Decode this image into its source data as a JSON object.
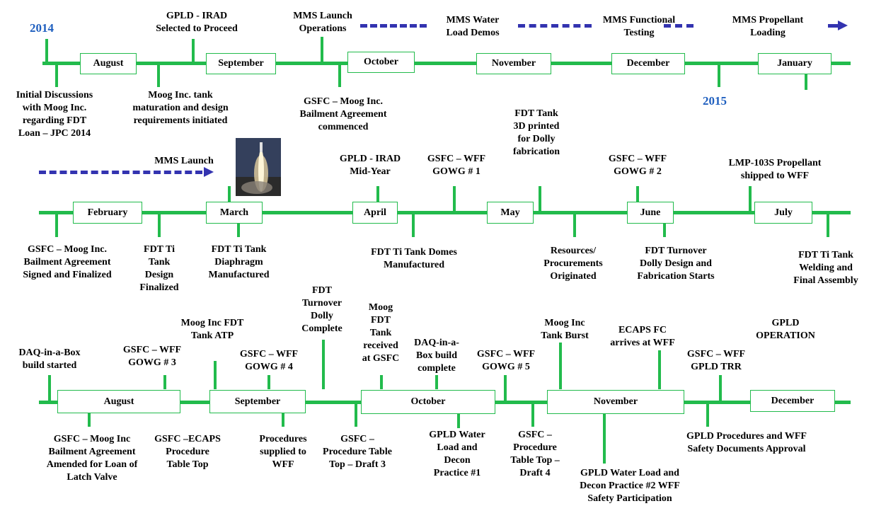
{
  "years": {
    "y2014": "2014",
    "y2015": "2015"
  },
  "row1": {
    "months": [
      "August",
      "September",
      "October",
      "November",
      "December",
      "January"
    ],
    "events": [
      {
        "id": "initial-discussions",
        "text": "Initial Discussions\nwith Moog Inc.\nregarding FDT\nLoan – JPC 2014"
      },
      {
        "id": "gpld-irad-selected",
        "text": "GPLD - IRAD\nSelected to Proceed"
      },
      {
        "id": "moog-tank-maturation",
        "text": "Moog Inc. tank\nmaturation and design\nrequirements initiated"
      },
      {
        "id": "mms-launch-operations",
        "text": "MMS Launch\nOperations"
      },
      {
        "id": "gsfc-moog-bailment-commenced",
        "text": "GSFC – Moog Inc.\nBailment Agreement\ncommenced"
      },
      {
        "id": "mms-water-load-demos",
        "text": "MMS Water\nLoad Demos"
      },
      {
        "id": "mms-functional-testing",
        "text": "MMS Functional\nTesting"
      },
      {
        "id": "mms-propellant-loading",
        "text": "MMS Propellant\nLoading"
      }
    ]
  },
  "row2": {
    "months": [
      "February",
      "March",
      "April",
      "May",
      "June",
      "July"
    ],
    "events": [
      {
        "id": "mms-launch",
        "text": "MMS Launch"
      },
      {
        "id": "gsfc-moog-bailment-signed",
        "text": "GSFC – Moog Inc.\nBailment Agreement\nSigned and Finalized"
      },
      {
        "id": "fdt-ti-tank-design",
        "text": "FDT Ti\nTank\nDesign\nFinalized"
      },
      {
        "id": "fdt-ti-tank-diaphragm",
        "text": "FDT Ti Tank\nDiaphragm\nManufactured"
      },
      {
        "id": "gpld-irad-midyear",
        "text": "GPLD - IRAD\nMid-Year"
      },
      {
        "id": "fdt-ti-tank-domes",
        "text": "FDT Ti Tank Domes\nManufactured"
      },
      {
        "id": "gsfc-wff-gowg-1",
        "text": "GSFC – WFF\nGOWG # 1"
      },
      {
        "id": "fdt-tank-3d-printed",
        "text": "FDT Tank\n3D printed\nfor Dolly\nfabrication"
      },
      {
        "id": "resources-procurements",
        "text": "Resources/\nProcurements\nOriginated"
      },
      {
        "id": "gsfc-wff-gowg-2",
        "text": "GSFC – WFF\nGOWG # 2"
      },
      {
        "id": "fdt-turnover-dolly-design",
        "text": "FDT Turnover\nDolly Design and\nFabrication Starts"
      },
      {
        "id": "lmp-103s-shipped",
        "text": "LMP-103S Propellant\nshipped to WFF"
      },
      {
        "id": "fdt-ti-tank-welding",
        "text": "FDT Ti Tank\nWelding and\nFinal Assembly"
      }
    ]
  },
  "row3": {
    "months": [
      "August",
      "September",
      "October",
      "November",
      "December"
    ],
    "events": [
      {
        "id": "daq-in-a-box-started",
        "text": "DAQ-in-a-Box\nbuild started"
      },
      {
        "id": "gsfc-moog-bailment-amended",
        "text": "GSFC – Moog Inc\nBailment Agreement\nAmended for Loan of\nLatch Valve"
      },
      {
        "id": "gsfc-wff-gowg-3",
        "text": "GSFC – WFF\nGOWG # 3"
      },
      {
        "id": "gsfc-ecaps-table-top",
        "text": "GSFC –ECAPS\nProcedure\nTable Top"
      },
      {
        "id": "moog-fdt-tank-atp",
        "text": "Moog Inc FDT\nTank ATP"
      },
      {
        "id": "gsfc-wff-gowg-4",
        "text": "GSFC – WFF\nGOWG # 4"
      },
      {
        "id": "procedures-supplied",
        "text": "Procedures\nsupplied to\nWFF"
      },
      {
        "id": "fdt-turnover-dolly-complete",
        "text": "FDT\nTurnover\nDolly\nComplete"
      },
      {
        "id": "gsfc-procedure-draft-3",
        "text": "GSFC –\nProcedure Table\nTop – Draft 3"
      },
      {
        "id": "moog-fdt-tank-received",
        "text": "Moog\nFDT\nTank\nreceived\nat GSFC"
      },
      {
        "id": "daq-in-a-box-complete",
        "text": "DAQ-in-a-\nBox build\ncomplete"
      },
      {
        "id": "gpld-water-load-1",
        "text": "GPLD Water\nLoad and\nDecon\nPractice #1"
      },
      {
        "id": "gsfc-wff-gowg-5",
        "text": "GSFC – WFF\nGOWG # 5"
      },
      {
        "id": "gsfc-procedure-draft-4",
        "text": "GSFC –\nProcedure\nTable Top –\nDraft 4"
      },
      {
        "id": "moog-tank-burst",
        "text": "Moog Inc\nTank Burst"
      },
      {
        "id": "gpld-water-load-2",
        "text": "GPLD Water Load and\nDecon Practice #2 WFF\nSafety Participation"
      },
      {
        "id": "ecaps-fc-arrives",
        "text": "ECAPS FC\narrives at WFF"
      },
      {
        "id": "gsfc-wff-gpld-trr",
        "text": "GSFC – WFF\nGPLD  TRR"
      },
      {
        "id": "gpld-procedures-approval",
        "text": "GPLD Procedures and WFF\nSafety Documents Approval"
      },
      {
        "id": "gpld-operation",
        "text": "GPLD\nOPERATION"
      }
    ]
  },
  "colors": {
    "timeline": "#22bb4c",
    "year": "#1f5fbf",
    "arrow": "#3333b0"
  }
}
